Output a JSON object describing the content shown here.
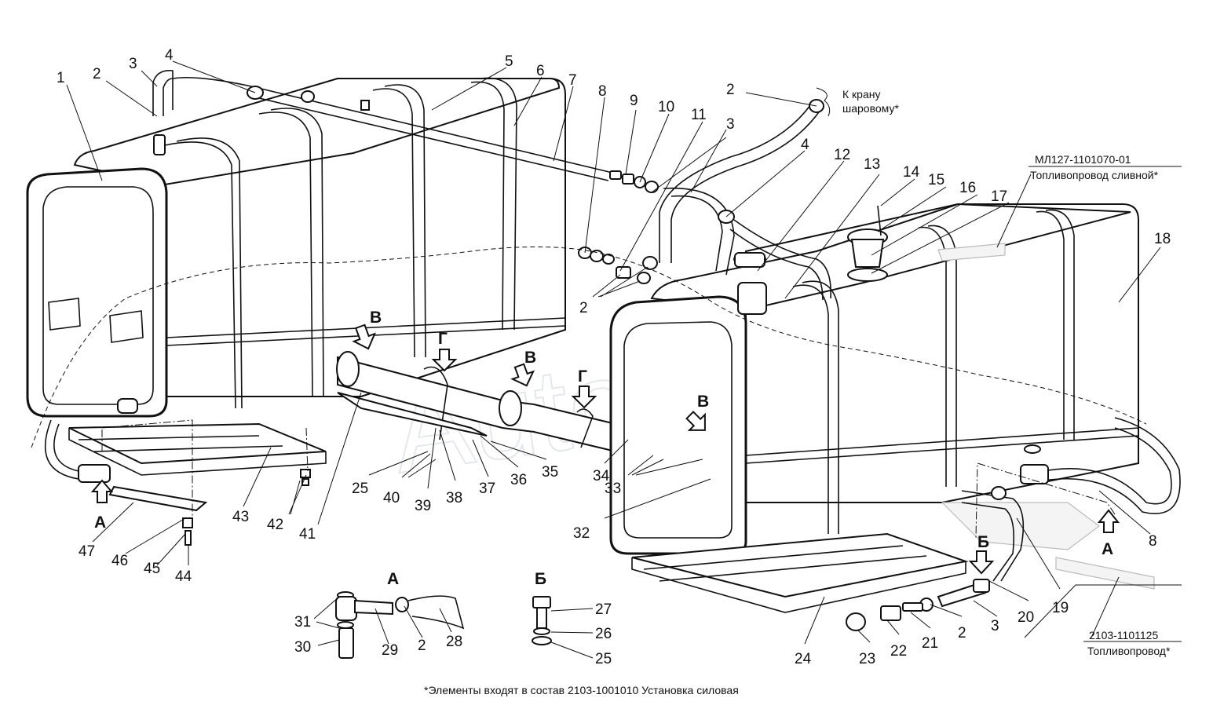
{
  "callouts": {
    "left": [
      "1",
      "2",
      "3",
      "4",
      "5",
      "6",
      "7",
      "8",
      "9",
      "10",
      "11"
    ],
    "right": [
      "2",
      "3",
      "4",
      "12",
      "13",
      "14",
      "15",
      "16",
      "17",
      "18"
    ],
    "mid_2": "2",
    "bottom_left": [
      "47",
      "46",
      "45",
      "44",
      "43",
      "42",
      "41",
      "25",
      "40",
      "39",
      "38",
      "37",
      "36",
      "35",
      "34",
      "33",
      "32"
    ],
    "bottom_right": [
      "24",
      "23",
      "22",
      "21",
      "2",
      "3",
      "20",
      "19",
      "8"
    ],
    "view_a": [
      "31",
      "30",
      "29",
      "2",
      "28"
    ],
    "view_b": [
      "27",
      "26",
      "25"
    ]
  },
  "views": {
    "a": "А",
    "b": "Б",
    "v": "В",
    "g": "Г"
  },
  "notes": {
    "crane_line1": "К крану",
    "crane_line2": "шаровому*",
    "drain_code": "МЛ127-1101070-01",
    "drain_name": "Топливопровод сливной*",
    "fuel_code": "2103-1101125",
    "fuel_name": "Топливопровод*"
  },
  "footnote": "*Элементы входят в состав 2103-1001010 Установка силовая",
  "watermark": "AutoSoft"
}
